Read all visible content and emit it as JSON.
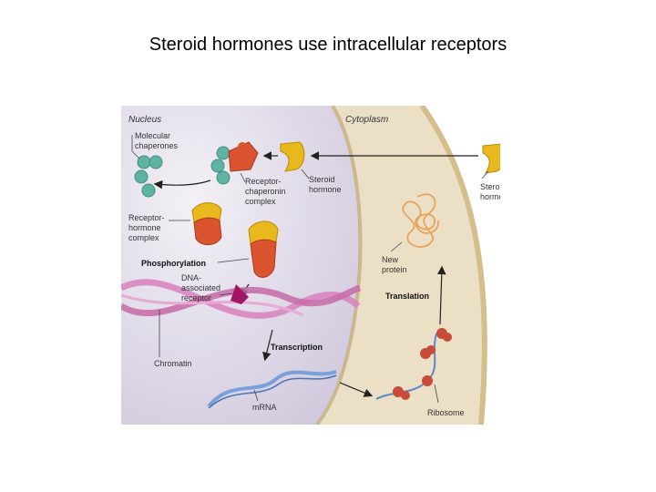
{
  "title": "Steroid hormones use intracellular receptors",
  "labels": {
    "nucleus": "Nucleus",
    "cytoplasm": "Cytoplasm",
    "molecular_chaperones": [
      "Molecular",
      "chaperones"
    ],
    "receptor_chaperonin_complex": [
      "Receptor-",
      "chaperonin",
      "complex"
    ],
    "steroid_hormone_inner": [
      "Steroid",
      "hormone"
    ],
    "steroid_hormone_outer": [
      "Steroid",
      "hormone"
    ],
    "receptor_hormone_complex": [
      "Receptor-",
      "hormone",
      "complex"
    ],
    "phosphorylation": "Phosphorylation",
    "dna_associated_receptor": [
      "DNA-",
      "associated",
      "receptor"
    ],
    "new_protein": [
      "New",
      "protein"
    ],
    "translation": "Translation",
    "transcription": "Transcription",
    "chromatin": "Chromatin",
    "mrna": "mRNA",
    "ribosome": "Ribosome"
  },
  "colors": {
    "nucleus_fill": "#dcd6e6",
    "cytoplasm_fill": "#ece0c8",
    "membrane": "#d9c08f",
    "chaperone": "#5fb3a3",
    "hormone": "#e8b81c",
    "receptor": "#d9542f",
    "dna": "#d985c0",
    "mrna": "#7aa0d8",
    "ribosome": "#c94a36",
    "new_protein": "#e8a35a"
  }
}
